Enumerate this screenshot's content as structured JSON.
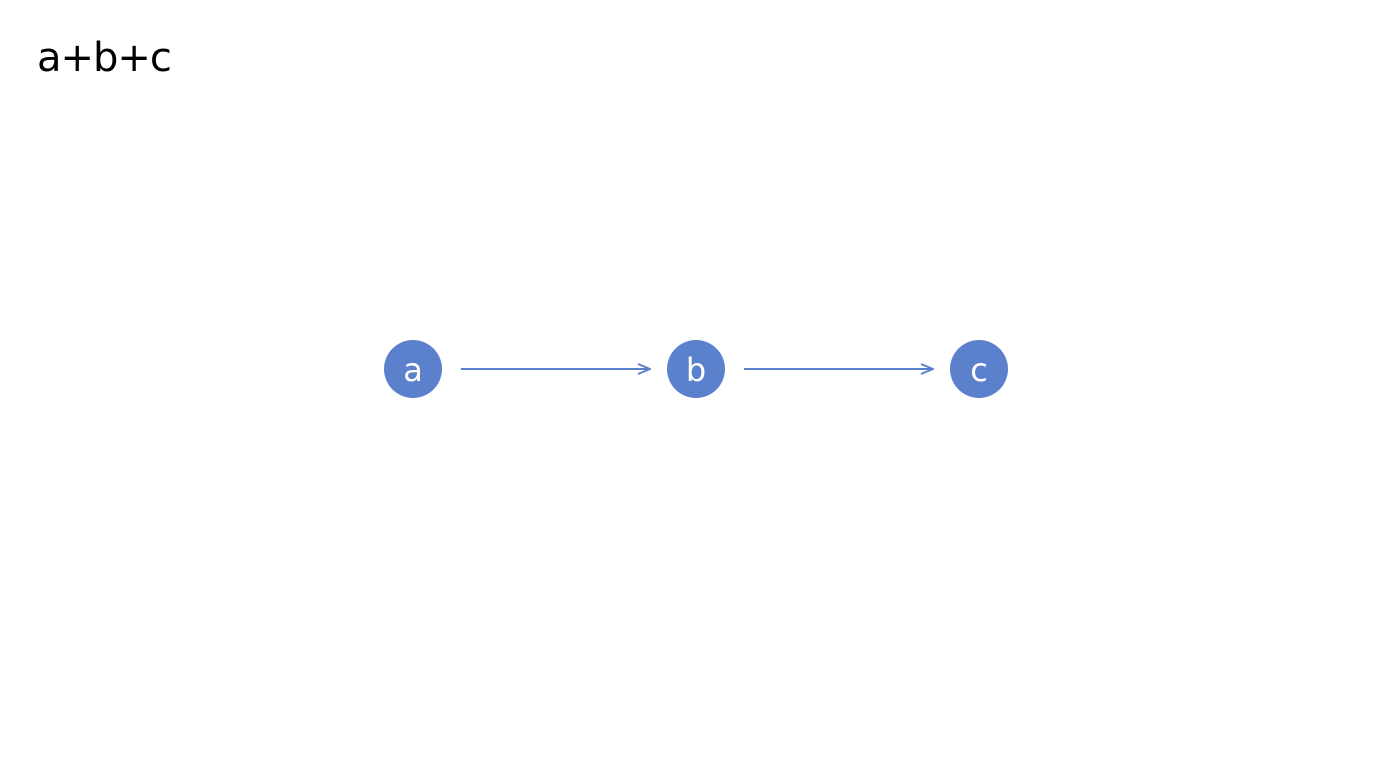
{
  "title": "a+b+c",
  "colors": {
    "node_fill": "#5b80cc",
    "node_text": "#ffffff",
    "edge": "#5b80cc",
    "title": "#000000"
  },
  "nodes": [
    {
      "id": "a",
      "label": "a"
    },
    {
      "id": "b",
      "label": "b"
    },
    {
      "id": "c",
      "label": "c"
    }
  ],
  "edges": [
    {
      "from": "a",
      "to": "b"
    },
    {
      "from": "b",
      "to": "c"
    }
  ]
}
